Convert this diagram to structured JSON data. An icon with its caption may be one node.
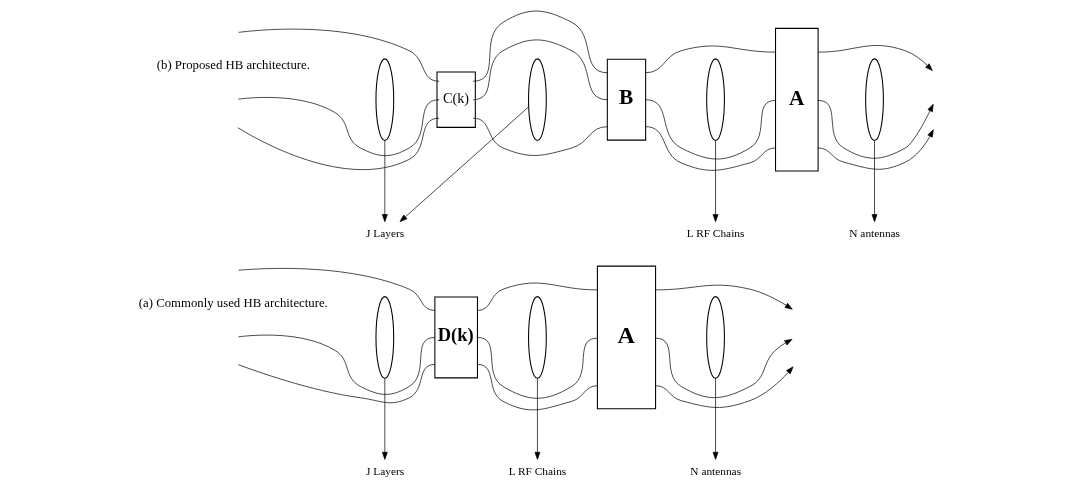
{
  "diagram": {
    "nodes": [
      {
        "text": [],
        "shape": "ellipse"
      },
      {
        "text": [
          "D(k)"
        ]
      },
      {
        "text": [],
        "shape": "ellipse"
      },
      {
        "text": [
          "A"
        ]
      },
      {
        "text": [],
        "shape": "ellipse"
      },
      {
        "text": [
          "J Layers"
        ]
      },
      {
        "text": [
          "L RF Chains"
        ]
      },
      {
        "text": [
          "N antennas"
        ]
      },
      {
        "text": [],
        "shape": "ellipse"
      },
      {
        "text": [
          "C(k)"
        ]
      },
      {
        "text": [],
        "shape": "ellipse"
      },
      {
        "text": [
          "B"
        ]
      },
      {
        "text": [],
        "shape": "ellipse"
      },
      {
        "text": [
          "A"
        ]
      },
      {
        "text": [],
        "shape": "ellipse"
      },
      {
        "text": [
          "J Layers"
        ]
      },
      {
        "text": [
          "L RF Chains"
        ]
      },
      {
        "text": [
          "N antennas"
        ]
      }
    ],
    "edges": [
      {
        "from": null,
        "to": 1,
        "arrow": "none"
      },
      {
        "from": null,
        "to": 1,
        "arrow": "none"
      },
      {
        "from": null,
        "to": 1,
        "arrow": "none"
      },
      {
        "from": 1,
        "to": 3,
        "arrow": "none"
      },
      {
        "from": 1,
        "to": 3,
        "arrow": "none"
      },
      {
        "from": 1,
        "to": 3,
        "arrow": "none"
      },
      {
        "from": 3,
        "to": null,
        "arrow": "to"
      },
      {
        "from": 3,
        "to": null,
        "arrow": "to"
      },
      {
        "from": 3,
        "to": null,
        "arrow": "to"
      },
      {
        "from": 0,
        "to": 5,
        "arrow": "to"
      },
      {
        "from": 2,
        "to": 6,
        "arrow": "to"
      },
      {
        "from": 4,
        "to": 7,
        "arrow": "to"
      },
      {
        "from": null,
        "to": 9,
        "arrow": "none"
      },
      {
        "from": null,
        "to": 9,
        "arrow": "none"
      },
      {
        "from": null,
        "to": 9,
        "arrow": "none"
      },
      {
        "from": 9,
        "to": 11,
        "arrow": "none"
      },
      {
        "from": 9,
        "to": 11,
        "arrow": "none"
      },
      {
        "from": 9,
        "to": 11,
        "arrow": "none"
      },
      {
        "from": 11,
        "to": 13,
        "arrow": "none"
      },
      {
        "from": 11,
        "to": 13,
        "arrow": "none"
      },
      {
        "from": 11,
        "to": 13,
        "arrow": "none"
      },
      {
        "from": 13,
        "to": null,
        "arrow": "to"
      },
      {
        "from": 13,
        "to": null,
        "arrow": "to"
      },
      {
        "from": 13,
        "to": null,
        "arrow": "to"
      },
      {
        "from": 8,
        "to": 15,
        "arrow": "to"
      },
      {
        "from": 10,
        "to": 15,
        "arrow": "to"
      },
      {
        "from": 12,
        "to": 16,
        "arrow": "to"
      },
      {
        "from": 14,
        "to": 17,
        "arrow": "to"
      }
    ],
    "labels": [
      "(a) Commonly used HB architecture.",
      "(b) Proposed HB architecture."
    ]
  }
}
